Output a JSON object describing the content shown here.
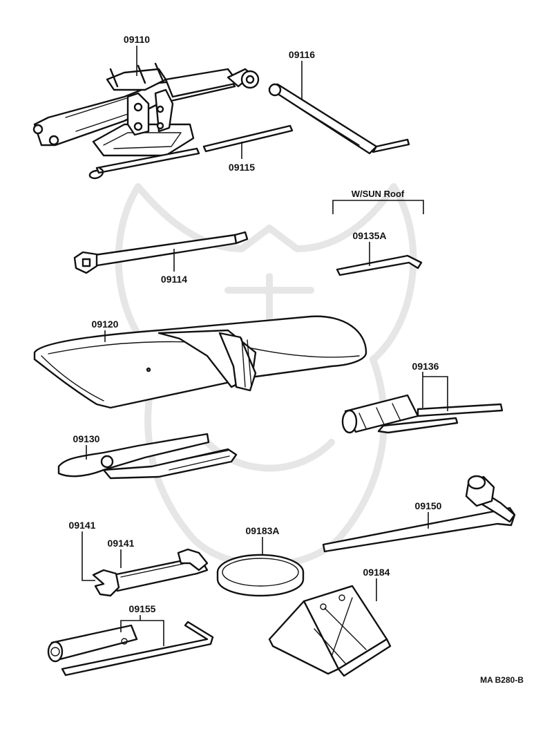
{
  "labels": {
    "jack": "09110",
    "jack_handle": "09116",
    "handle_bar": "09115",
    "jack_crank": "09114",
    "sunroof_note": "W/SUN Roof",
    "sunroof_wrench": "09135A",
    "tool_bag": "09120",
    "screwdriver": "09136",
    "pliers": "09130",
    "wrench_a": "09141",
    "wrench_b": "09141",
    "hub_cap": "09183A",
    "lug_wrench": "09150",
    "wheel_chock": "09184",
    "plug_wrench": "09155"
  },
  "diagram_code": "MA B280-B"
}
